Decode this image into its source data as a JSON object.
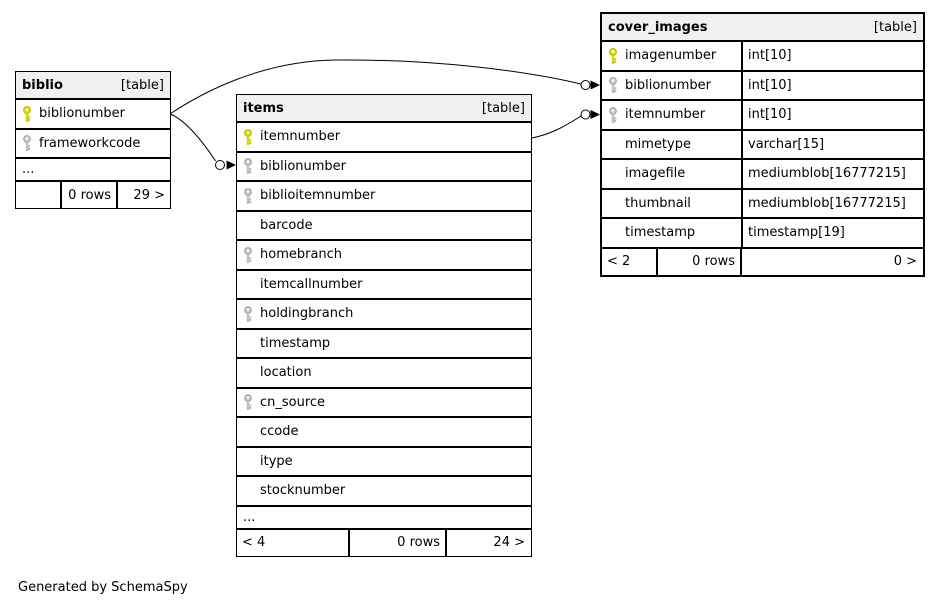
{
  "note": "Generated by SchemaSpy",
  "colors": {
    "primary_key": "#e8e800",
    "primary_key_outline": "#b0b000",
    "indexed_key": "#cfcfcf",
    "indexed_key_outline": "#9f9f9f",
    "header_bg": "#f0f0f0",
    "border": "#000000"
  },
  "tables": [
    {
      "name": "biblio",
      "type_label": "[table]",
      "emphasized": false,
      "has_types": false,
      "columns": [
        {
          "name": "biblionumber",
          "type": "",
          "key": "primary"
        },
        {
          "name": "frameworkcode",
          "type": "",
          "key": "index"
        },
        {
          "name": "...",
          "type": "",
          "key": "",
          "ellipsis": true
        }
      ],
      "footer": {
        "left": "",
        "center": "0 rows",
        "right": "29 >"
      }
    },
    {
      "name": "items",
      "type_label": "[table]",
      "emphasized": false,
      "has_types": false,
      "columns": [
        {
          "name": "itemnumber",
          "type": "",
          "key": "primary"
        },
        {
          "name": "biblionumber",
          "type": "",
          "key": "index"
        },
        {
          "name": "biblioitemnumber",
          "type": "",
          "key": "index"
        },
        {
          "name": "barcode",
          "type": "",
          "key": ""
        },
        {
          "name": "homebranch",
          "type": "",
          "key": "index"
        },
        {
          "name": "itemcallnumber",
          "type": "",
          "key": ""
        },
        {
          "name": "holdingbranch",
          "type": "",
          "key": "index"
        },
        {
          "name": "timestamp",
          "type": "",
          "key": ""
        },
        {
          "name": "location",
          "type": "",
          "key": ""
        },
        {
          "name": "cn_source",
          "type": "",
          "key": "index"
        },
        {
          "name": "ccode",
          "type": "",
          "key": ""
        },
        {
          "name": "itype",
          "type": "",
          "key": ""
        },
        {
          "name": "stocknumber",
          "type": "",
          "key": ""
        },
        {
          "name": "...",
          "type": "",
          "key": "",
          "ellipsis": true
        }
      ],
      "footer": {
        "left": "< 4",
        "center": "0 rows",
        "right": "24 >"
      }
    },
    {
      "name": "cover_images",
      "type_label": "[table]",
      "emphasized": true,
      "has_types": true,
      "columns": [
        {
          "name": "imagenumber",
          "type": "int[10]",
          "key": "primary"
        },
        {
          "name": "biblionumber",
          "type": "int[10]",
          "key": "index"
        },
        {
          "name": "itemnumber",
          "type": "int[10]",
          "key": "index"
        },
        {
          "name": "mimetype",
          "type": "varchar[15]",
          "key": ""
        },
        {
          "name": "imagefile",
          "type": "mediumblob[16777215]",
          "key": ""
        },
        {
          "name": "thumbnail",
          "type": "mediumblob[16777215]",
          "key": ""
        },
        {
          "name": "timestamp",
          "type": "timestamp[19]",
          "key": ""
        }
      ],
      "footer": {
        "left": "< 2",
        "center": "0 rows",
        "right": "0 >"
      }
    }
  ],
  "relationships": [
    {
      "from": "biblio.biblionumber",
      "to": "cover_images.biblionumber"
    },
    {
      "from": "biblio.biblionumber",
      "to": "items.biblionumber"
    },
    {
      "from": "items.itemnumber",
      "to": "cover_images.itemnumber"
    }
  ]
}
